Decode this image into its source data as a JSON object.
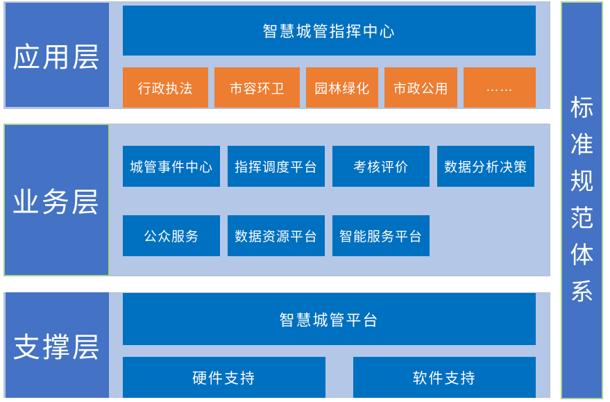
{
  "colors": {
    "panel_bg": "#B4C7E7",
    "label_blue": "#4472C4",
    "content_blue": "#0070C0",
    "orange": "#ED7D31",
    "green_border": "#A9D18E",
    "text": "#FFFFFF"
  },
  "layers": {
    "application": {
      "label": "应用层",
      "banner": "智慧城管指挥中心",
      "modules": [
        "行政执法",
        "市容环卫",
        "园林绿化",
        "市政公用",
        "……"
      ]
    },
    "business": {
      "label": "业务层",
      "row1": [
        "城管事件中心",
        "指挥调度平台",
        "考核评价",
        "数据分析决策"
      ],
      "row2": [
        "公众服务",
        "数据资源平台",
        "智能服务平台"
      ]
    },
    "support": {
      "label": "支撑层",
      "banner": "智慧城管平台",
      "modules": [
        "硬件支持",
        "软件支持"
      ]
    }
  },
  "sidebar": {
    "vertical_label": "标准规范体系"
  }
}
